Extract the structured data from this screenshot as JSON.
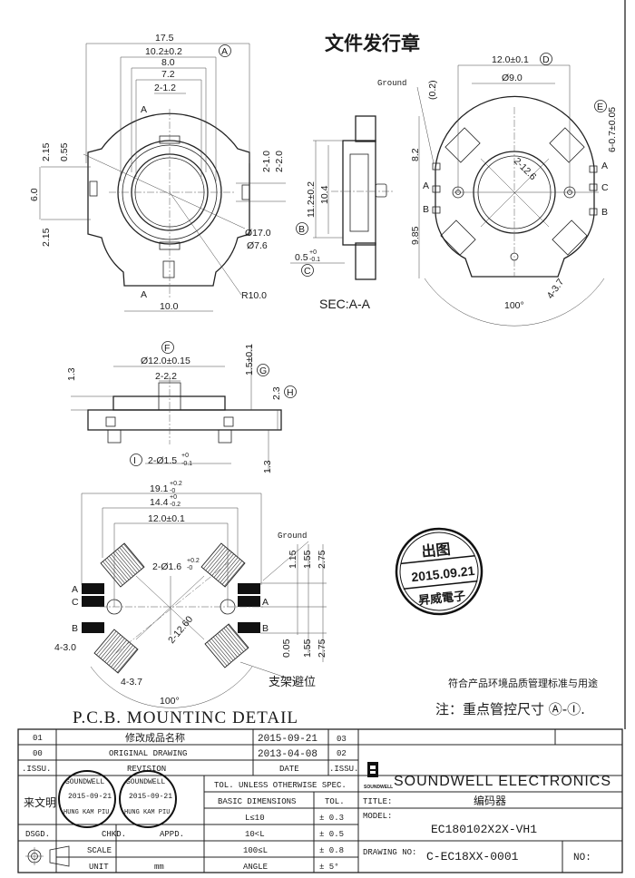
{
  "header_stamp": "文件发行章",
  "top_view": {
    "dim_overall_width": "17.5",
    "dim_10_2": "10.2±0.2",
    "mark_a": "A",
    "dim_8_0": "8.0",
    "dim_7_2": "7.2",
    "dim_2_1_2": "2-1.2",
    "dim_left_2_15_top": "2.15",
    "dim_0_55": "0.55",
    "dim_6_0": "6.0",
    "dim_left_2_15_bottom": "2.15",
    "dim_2_1_0": "2-1.0",
    "dim_2_2_0": "2-2.0",
    "dim_dia_17": "Ø17.0",
    "dim_dia_7_6": "Ø7.6",
    "dim_r10": "R10.0",
    "dim_10_0": "10.0",
    "section_mark_top": "A",
    "section_mark_bottom": "A"
  },
  "section_view": {
    "dim_11_2": "11.2±0.2",
    "mark_b": "B",
    "dim_10_4": "10.4",
    "dim_0_5": "0.5",
    "dim_0_5_upper": "+0",
    "dim_0_5_lower": "-0.1",
    "mark_c": "C",
    "title": "SEC:A-A"
  },
  "bottom_view": {
    "dim_12_0": "12.0±0.1",
    "mark_d": "D",
    "dim_dia_9": "Ø9.0",
    "ground_label": "Ground",
    "dim_0_2": "(0.2)",
    "mark_e": "E",
    "dim_pins": "6-0.7±0.05",
    "dim_8_2": "8.2",
    "dim_9_85": "9.85",
    "dim_2_12_6": "2-12.6",
    "dim_4_3_7": "4-3.7",
    "angle_100": "100°",
    "pins_right": [
      "A",
      "C",
      "B"
    ],
    "pins_left": [
      "A",
      "B"
    ]
  },
  "side_view": {
    "mark_f": "F",
    "dim_dia_12": "Ø12.0±0.15",
    "dim_2_2_2": "2-2.2",
    "dim_1_3_top": "1.3",
    "dim_1_5": "1.5±0.1",
    "mark_g": "G",
    "dim_2_3": "2.3",
    "mark_h": "H",
    "mark_i": "I",
    "dim_2_dia_1_5": "2-Ø1.5",
    "dim_2_dia_1_5_upper": "+0",
    "dim_2_dia_1_5_lower": "-0.1",
    "dim_1_3_bottom": "1.3"
  },
  "pcb_detail": {
    "title": "P.C.B. MOUNTINC DETAIL",
    "dim_19_1": "19.1",
    "dim_19_1_upper": "+0.2",
    "dim_19_1_lower": "-0",
    "dim_14_4": "14.4",
    "dim_14_4_upper": "+0",
    "dim_14_4_lower": "-0.2",
    "dim_12_0": "12.0±0.1",
    "ground_label": "Ground",
    "dim_holes": "2-Ø1.6",
    "dim_holes_upper": "+0.2",
    "dim_holes_lower": "-0",
    "dim_2_12_60": "2-12.60",
    "dim_4_3_0": "4-3.0",
    "dim_4_3_7": "4-3.7",
    "angle_100": "100°",
    "bracket_clearance": "支架避位",
    "dim_1_15": "1.15",
    "dim_1_55_top": "1.55",
    "dim_2_75_top": "2.75",
    "dim_0_05": "0.05",
    "dim_1_55_bottom": "1.55",
    "dim_2_75_bottom": "2.75",
    "pins_left": [
      "A",
      "C",
      "B"
    ],
    "pins_right": [
      "A",
      "B"
    ]
  },
  "release_stamp": {
    "top": "出图",
    "date": "2015.09.21",
    "bottom": "昇威電子"
  },
  "notes": {
    "compliance": "符合产品环境品质管理标准与用途",
    "key_dims": "注：重点管控尺寸 Ⓐ-Ⓘ."
  },
  "title_block": {
    "revisions": [
      {
        "issue": "01",
        "revision": "修改成品名称",
        "date": "2015-09-21",
        "issue_right": "03"
      },
      {
        "issue": "00",
        "revision": "ORIGINAL  DRAWING",
        "date": "2013-04-08",
        "issue_right": "02"
      }
    ],
    "header_issue": ".ISSU.",
    "header_revision": "REVISION",
    "header_date": "DATE",
    "header_issue_right": ".ISSU.",
    "designer": "来文明",
    "stamp_chkd": {
      "name": "SOUNDWELL",
      "date": "2015-09-21",
      "person": "HUNG KAM PIU"
    },
    "stamp_appd": {
      "name": "SOUNDWELL",
      "date": "2015-09-21",
      "person": "HUNG KAM PIU"
    },
    "label_dsgd": "DSGD.",
    "label_chkd": "CHKD.",
    "label_appd": "APPD.",
    "tol_header": "TOL. UNLESS OTHERWISE SPEC.",
    "basic_dimensions": "BASIC DIMENSIONS",
    "tol_label": "TOL.",
    "tolerances": [
      {
        "range": "L≤10",
        "tol": "± 0.3"
      },
      {
        "range": "10<L",
        "tol": "± 0.5"
      },
      {
        "range": "100≤L",
        "tol": "± 0.8"
      },
      {
        "range": "ANGLE",
        "tol": "± 5°"
      }
    ],
    "scale_label": "SCALE",
    "scale_value": "",
    "unit_label": "UNIT",
    "unit_value": "mm",
    "logo_text": "SOUNDWELL",
    "company": "SOUNDWELL ELECTRONICS",
    "title_label": "TITLE:",
    "title_value": "编码器",
    "model_label": "MODEL:",
    "model_value": "EC180102X2X-VH1",
    "drawing_no_label": "DRAWING NO:",
    "drawing_no_value": "C-EC18XX-0001",
    "no_label": "NO:"
  }
}
